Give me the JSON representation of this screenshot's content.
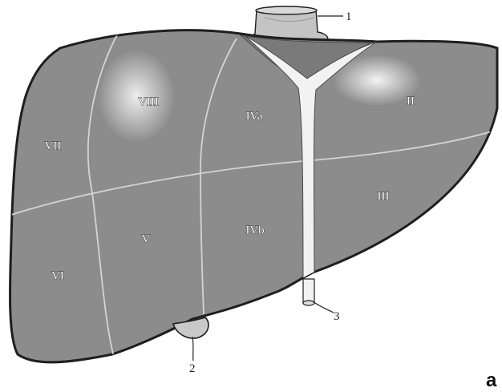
{
  "figure": {
    "panel_letter": "a",
    "segments": [
      "II",
      "III",
      "IVa",
      "IVb",
      "V",
      "VI",
      "VII",
      "VIII"
    ],
    "callouts": [
      "1",
      "2",
      "3"
    ]
  },
  "colors": {
    "liver_fill": "#8c8c8c",
    "liver_outline": "#1e1e1e",
    "segment_boundary": "#d4d4d4",
    "ligament": "#f2f2f2",
    "vessel": "#c9c9c9"
  }
}
